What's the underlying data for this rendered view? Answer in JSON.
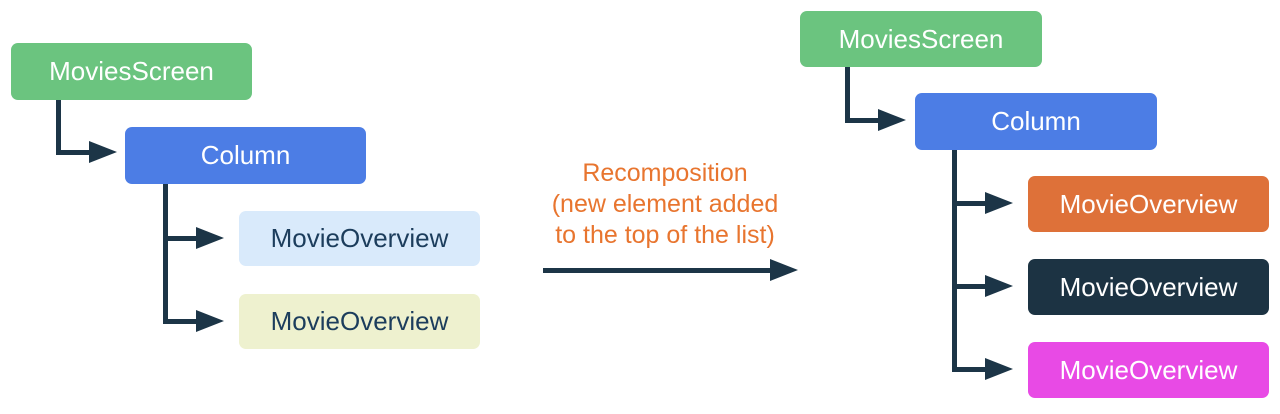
{
  "colors": {
    "green": "#6BC47F",
    "blue": "#4C7DE5",
    "light_blue": "#D9EAFB",
    "cream": "#EEF1CF",
    "orange": "#DE7139",
    "navy": "#1C3343",
    "magenta": "#E84AE5",
    "connector": "#1C3547",
    "label_orange": "#E8752F",
    "dark_text": "#1C3D5C"
  },
  "left_tree": {
    "root": "MoviesScreen",
    "column": "Column",
    "children": [
      "MovieOverview",
      "MovieOverview"
    ]
  },
  "right_tree": {
    "root": "MoviesScreen",
    "column": "Column",
    "children": [
      "MovieOverview",
      "MovieOverview",
      "MovieOverview"
    ]
  },
  "transition": {
    "line1": "Recomposition",
    "line2": "(new element added",
    "line3": "to the top of the list)"
  }
}
